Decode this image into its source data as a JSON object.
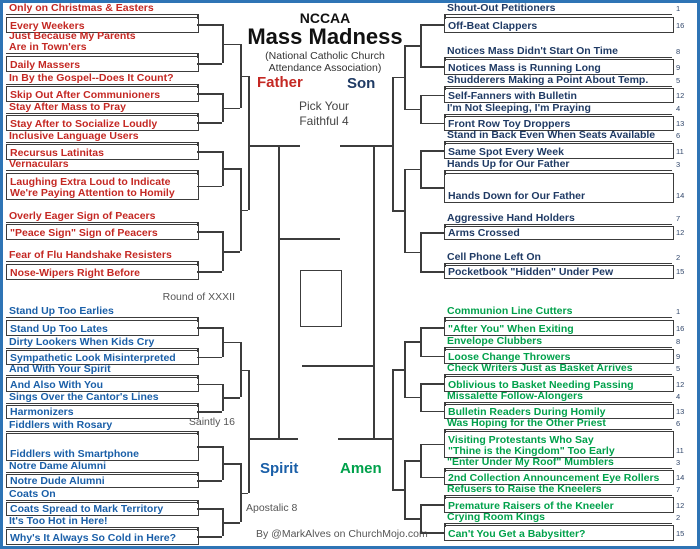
{
  "title": {
    "org": "NCCAA",
    "main": "Mass Madness",
    "sub_line1": "(National Catholic Church",
    "sub_line2": "Attendance Association)"
  },
  "final_four": {
    "heading_line1": "Pick Your",
    "heading_line2": "Faithful 4",
    "father": "Father",
    "son": "Son",
    "spirit": "Spirit",
    "amen": "Amen"
  },
  "round_labels": {
    "round_of_32": "Round of XXXII",
    "saintly_16": "Saintly 16",
    "apostalic_8": "Apostalic 8"
  },
  "credit": "By @MarkAlves on ChurchMojo.com",
  "colors": {
    "father_red": "#C42823",
    "son_navy": "#1F3A64",
    "spirit_blue": "#1A5FA8",
    "amen_green": "#00A14B",
    "line": "#3c3c3c",
    "frame_blue": "#2E74B5",
    "label_gray": "#555555",
    "seed": "#31476B"
  },
  "bracket": {
    "left_top": {
      "region": "Father",
      "color": "#C42823",
      "teams": [
        {
          "name": "Only on Christmas & Easters"
        },
        {
          "name": "Every Weekers"
        },
        {
          "lines": [
            "Just Because My Parents",
            "Are in Town'ers"
          ]
        },
        {
          "name": "Daily Massers"
        },
        {
          "name": "In By the Gospel--Does It Count?"
        },
        {
          "name": "Skip Out After Communioners"
        },
        {
          "name": "Stay After Mass to Pray"
        },
        {
          "name": "Stay After to Socialize Loudly"
        },
        {
          "name": "Inclusive Language Users"
        },
        {
          "name": "Recursus Latinitas"
        },
        {
          "name": "Vernaculars"
        },
        {
          "lines": [
            "Laughing Extra Loud to Indicate",
            "We're Paying Attention to Homily"
          ]
        },
        {
          "name": "Overly Eager Sign of Peacers"
        },
        {
          "name": "\"Peace Sign\" Sign of Peacers"
        },
        {
          "name": "Fear of Flu Handshake Resisters"
        },
        {
          "name": "Nose-Wipers Right Before"
        }
      ]
    },
    "left_bottom": {
      "region": "Spirit",
      "color": "#1A5FA8",
      "teams": [
        {
          "name": "Stand Up Too Earlies"
        },
        {
          "name": "Stand Up Too Lates"
        },
        {
          "name": "Dirty Lookers When Kids Cry"
        },
        {
          "name": "Sympathetic Look Misinterpreted"
        },
        {
          "name": "And With Your Spirit"
        },
        {
          "name": "And Also With You"
        },
        {
          "name": "Sings Over the Cantor's Lines"
        },
        {
          "name": "Harmonizers"
        },
        {
          "name": "Fiddlers with Rosary"
        },
        {
          "name": "Fiddlers with Smartphone"
        },
        {
          "name": "Notre Dame Alumni"
        },
        {
          "name": "Notre Dude Alumni"
        },
        {
          "name": "Coats On"
        },
        {
          "name": "Coats Spread to Mark Territory"
        },
        {
          "name": "It's Too Hot in Here!"
        },
        {
          "name": "Why's It Always So Cold in Here?"
        }
      ]
    },
    "right_top": {
      "region": "Son",
      "color": "#1F3A64",
      "teams": [
        {
          "name": "Shout-Out Petitioners",
          "seed": "1"
        },
        {
          "name": "Off-Beat Clappers",
          "seed": "16"
        },
        {
          "name": "Notices Mass Didn't Start On Time",
          "seed": "8"
        },
        {
          "name": "Notices Mass is Running Long",
          "seed": "9"
        },
        {
          "name": "Shudderers Making a Point About Temp.",
          "seed": "5"
        },
        {
          "name": "Self-Fanners with Bulletin",
          "seed": "12"
        },
        {
          "name": "I'm Not Sleeping, I'm Praying",
          "seed": "4"
        },
        {
          "name": "Front Row Toy Droppers",
          "seed": "13"
        },
        {
          "name": "Stand in Back Even When Seats Available",
          "seed": "6"
        },
        {
          "name": "Same Spot Every Week",
          "seed": "11"
        },
        {
          "name": "Hands Up for Our Father",
          "seed": "3"
        },
        {
          "name": "Hands Down for Our Father",
          "seed": "14"
        },
        {
          "name": "Aggressive Hand Holders",
          "seed": "7"
        },
        {
          "name": "Arms Crossed",
          "seed": "12"
        },
        {
          "name": "Cell Phone Left On",
          "seed": "2"
        },
        {
          "name": "Pocketbook \"Hidden\" Under Pew",
          "seed": "15"
        }
      ]
    },
    "right_bottom": {
      "region": "Amen",
      "color": "#00A14B",
      "teams": [
        {
          "name": "Communion Line Cutters",
          "seed": "1"
        },
        {
          "name": "\"After You\" When Exiting",
          "seed": "16"
        },
        {
          "name": "Envelope Clubbers",
          "seed": "8"
        },
        {
          "name": "Loose Change Throwers",
          "seed": "9"
        },
        {
          "name": "Check Writers Just as Basket Arrives",
          "seed": "5"
        },
        {
          "name": "Oblivious to Basket Needing Passing",
          "seed": "12"
        },
        {
          "name": "Missalette Follow-Alongers",
          "seed": "4"
        },
        {
          "name": "Bulletin Readers During Homily",
          "seed": "13"
        },
        {
          "name": "Was Hoping for the Other Priest",
          "seed": "6"
        },
        {
          "lines": [
            "Visiting Protestants Who Say",
            "\"Thine is the Kingdom\" Too Early"
          ],
          "seed": "11"
        },
        {
          "name": "\"Enter Under My Roof\" Mumblers",
          "seed": "3"
        },
        {
          "name": "2nd Collection Announcement Eye Rollers",
          "seed": "14"
        },
        {
          "name": "Refusers to Raise the Kneelers",
          "seed": "7"
        },
        {
          "name": "Premature Raisers of the Kneeler",
          "seed": "12"
        },
        {
          "name": "Crying Room Kings",
          "seed": "2"
        },
        {
          "name": "Can't You Get a Babysitter?",
          "seed": "15"
        }
      ]
    }
  }
}
